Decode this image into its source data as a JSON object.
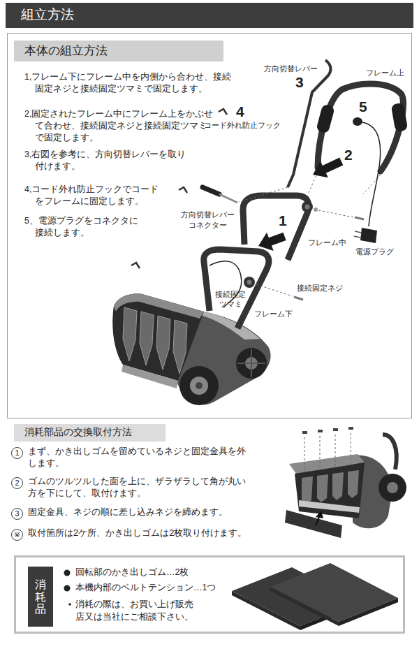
{
  "diagram": {
    "title": "組立方法",
    "nodes": [
      {
        "text": [
          "本体の組立方法"
        ]
      },
      {
        "text": [
          "消耗部品の交換取付方法"
        ]
      },
      {
        "text": [
          "回転部のかき出しゴム…2枚",
          "本機内部のベルトテンション…1つ",
          "消耗の際は、お買い上げ販売店又は当社にご相談下さい。"
        ]
      },
      {
        "text": [
          "消耗品"
        ],
        "in": 2
      }
    ],
    "labels": [
      "1,フレーム下にフレーム中を内側から合わせ、接続固定ネジと接続固定ツマミで固定します。",
      "2,固定されたフレーム中にフレーム上をかぶせて合わせ、接続固定ネジと接続固定ツマミで固定します。",
      "3,右図を参考に、方向切替レバーを取り付けます。",
      "4,コード外れ防止フックでコードをフレームに固定します。",
      "5、電源プラグをコネクタに接続します。",
      "方向切替レバー",
      "3",
      "フレーム上",
      "5",
      "4",
      "コード外れ防止フック",
      "2",
      "方向切替レバーコネクター",
      "1",
      "フレーム中",
      "電源プラグ",
      "接続固定ネジ",
      "接続固定ツマミ",
      "フレーム下",
      "1",
      "まず、かき出しゴムを留めているネジと固定金具を外します。",
      "2",
      "ゴムのツルツルした面を上に、ザラザラして角が丸い方を下にして、取付けます。",
      "3",
      "固定金具、ネジの順に差し込みネジを締めます。",
      "※",
      "取付箇所は2ケ所、かき出しゴムは2枚取り付けます。"
    ]
  }
}
